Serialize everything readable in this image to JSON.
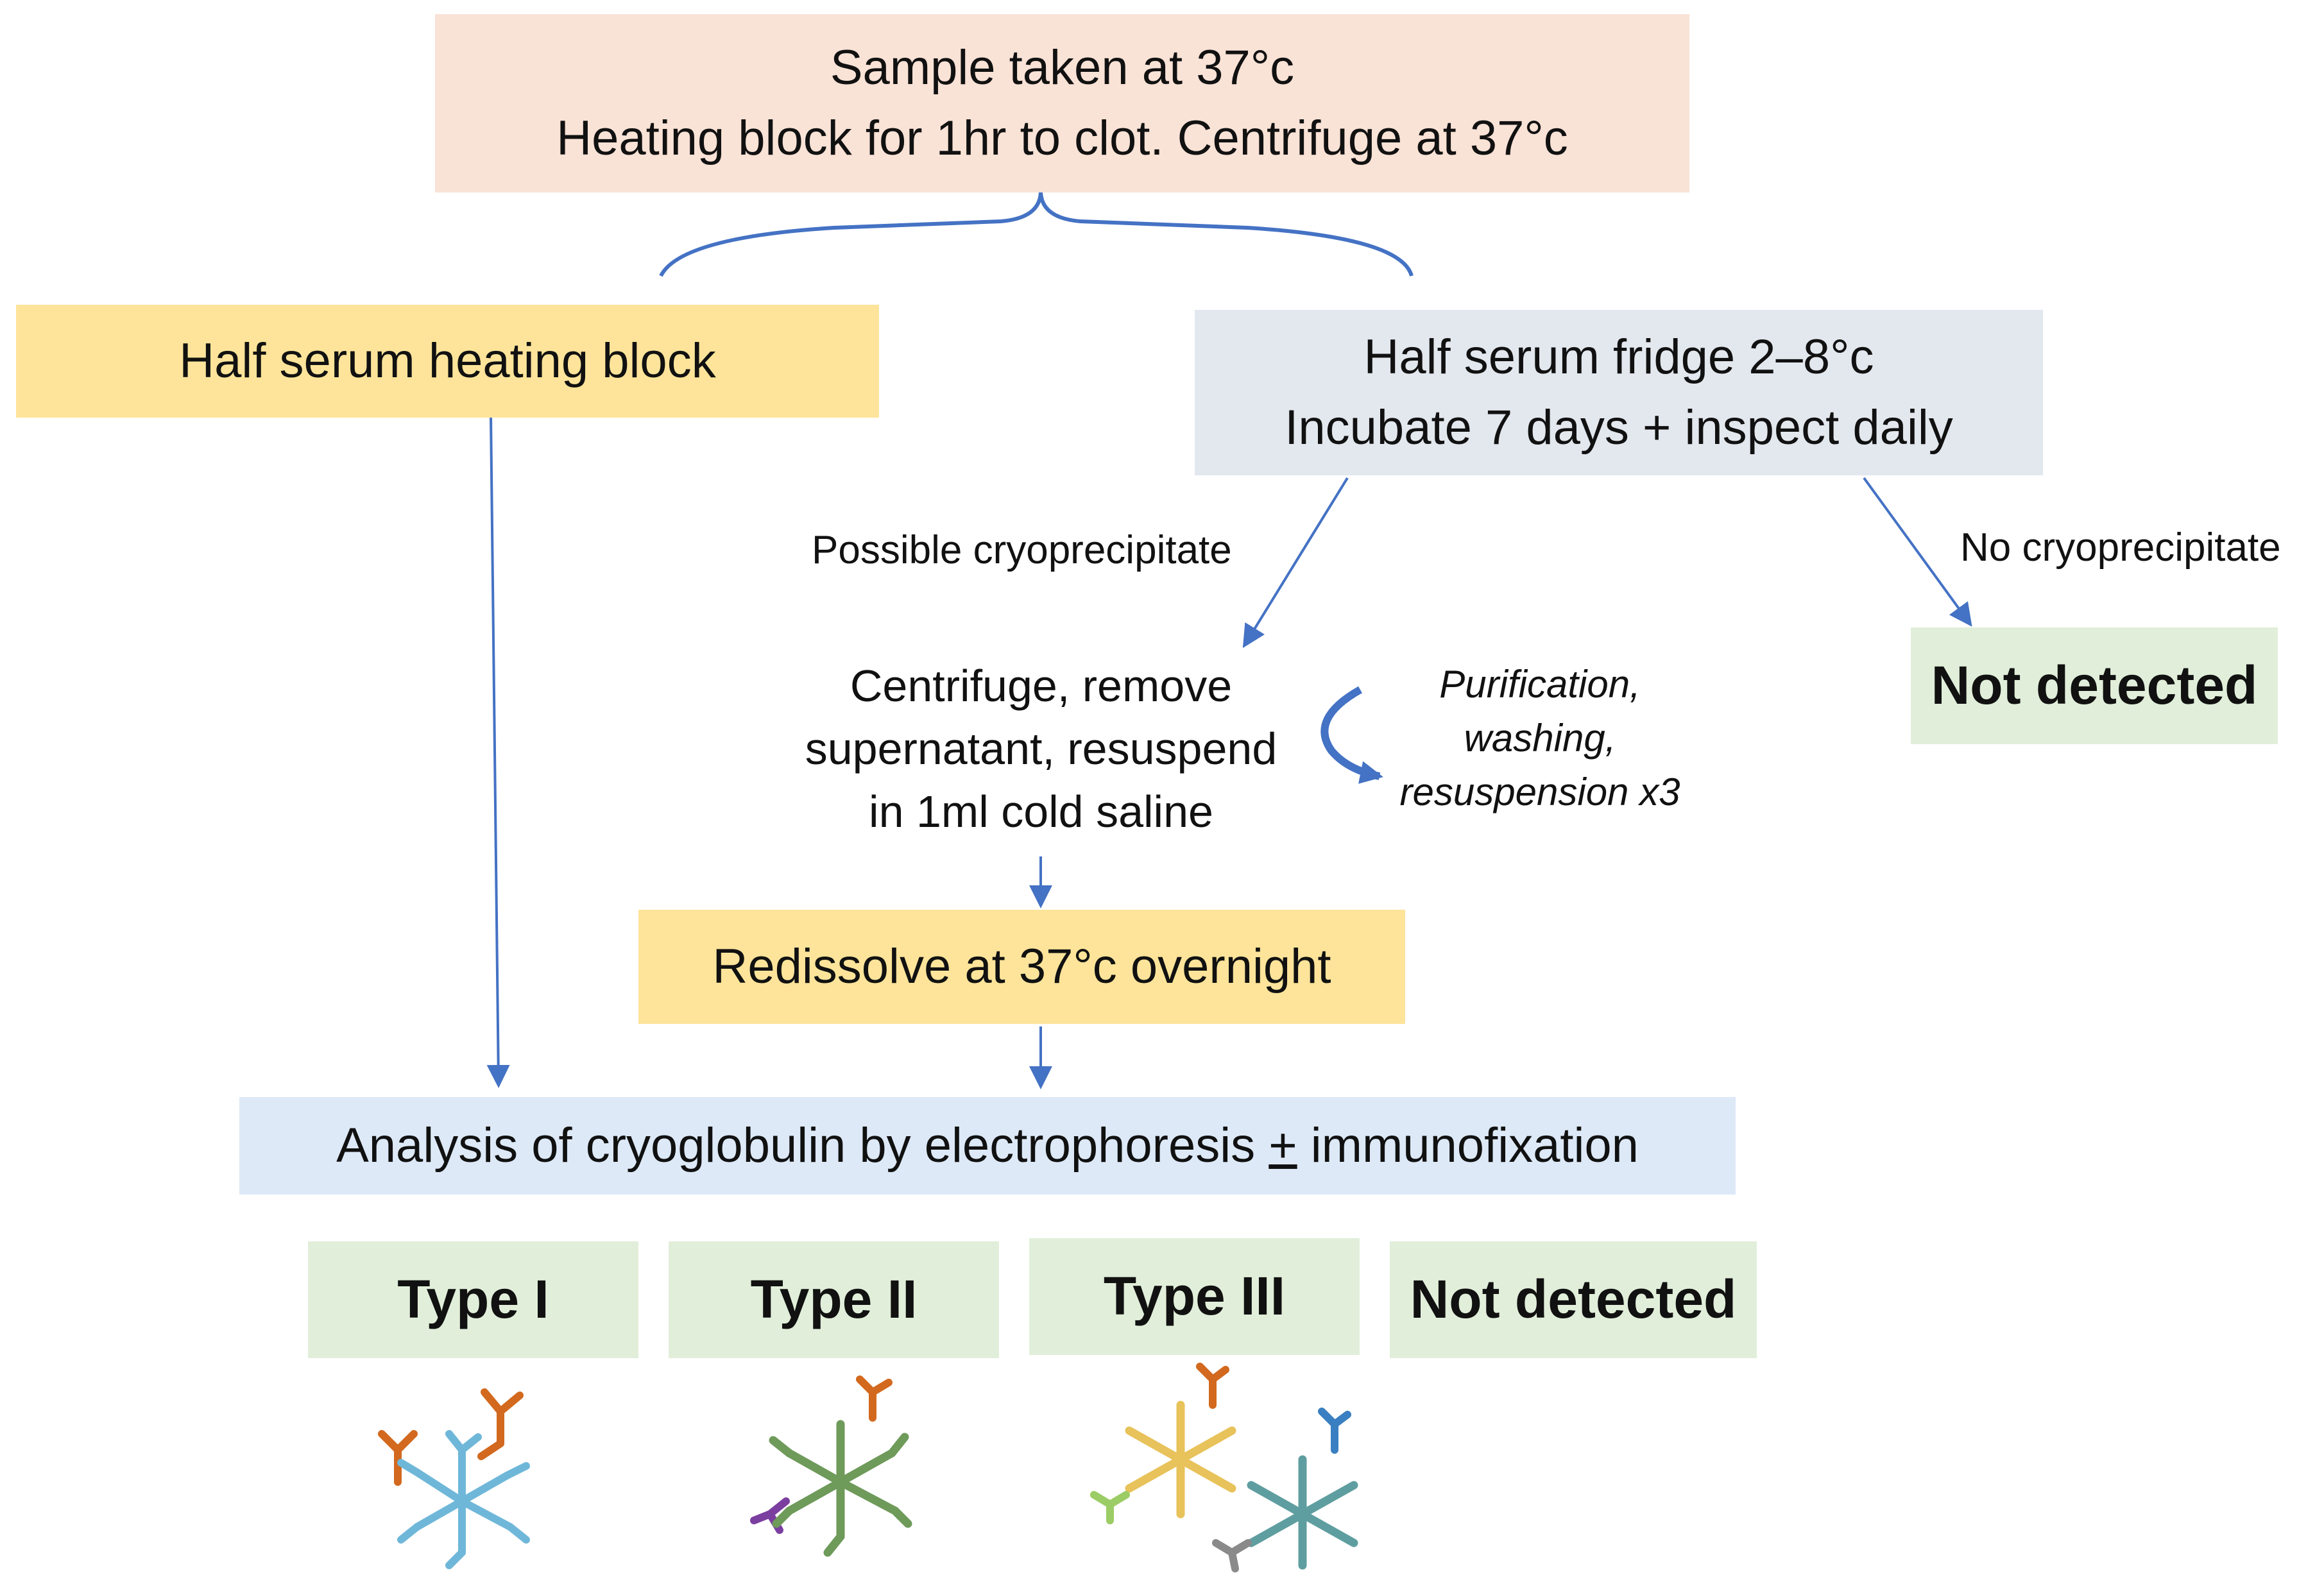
{
  "top_box": {
    "line1": "Sample taken at 37°c",
    "line2": "Heating block for 1hr to clot. Centrifuge at 37°c"
  },
  "left_box": {
    "text": "Half serum heating block"
  },
  "right_box": {
    "line1": "Half serum fridge 2–8°c",
    "line2": "Incubate 7 days + inspect daily"
  },
  "branch_labels": {
    "possible": "Possible cryoprecipitate",
    "none": "No cryoprecipitate"
  },
  "not_detected_right": "Not detected",
  "centrifuge_step": {
    "line1": "Centrifuge, remove",
    "line2": "supernatant, resuspend",
    "line3": "in 1ml cold saline"
  },
  "purification_note": {
    "line1": "Purification,",
    "line2": "washing,",
    "line3": "resuspension x3"
  },
  "redissolve_box": {
    "text": "Redissolve at 37°c overnight"
  },
  "analysis_box": {
    "before": "Analysis of cryoglobulin by electrophoresis ",
    "pm": "+",
    "after": " immunofixation"
  },
  "result_types": [
    {
      "label": "Type I"
    },
    {
      "label": "Type II"
    },
    {
      "label": "Type III"
    },
    {
      "label": "Not detected"
    }
  ],
  "colors": {
    "arrow": "#4472c4",
    "peach": "#f9e2d6",
    "yellow": "#fde49a",
    "grey": "#e3e8ee",
    "green": "#e1efda",
    "blue": "#dde9f7",
    "antibody_orange": "#d2691e",
    "antibody_light_blue": "#6fb7d9",
    "antibody_green": "#6e9a5a",
    "antibody_purple": "#7b3fa0",
    "antibody_gold": "#e8c25a",
    "antibody_teal": "#5f9ea0",
    "antibody_grey": "#8a8a8a",
    "antibody_lime": "#9ccc65",
    "antibody_blue": "#3a7fc1"
  }
}
